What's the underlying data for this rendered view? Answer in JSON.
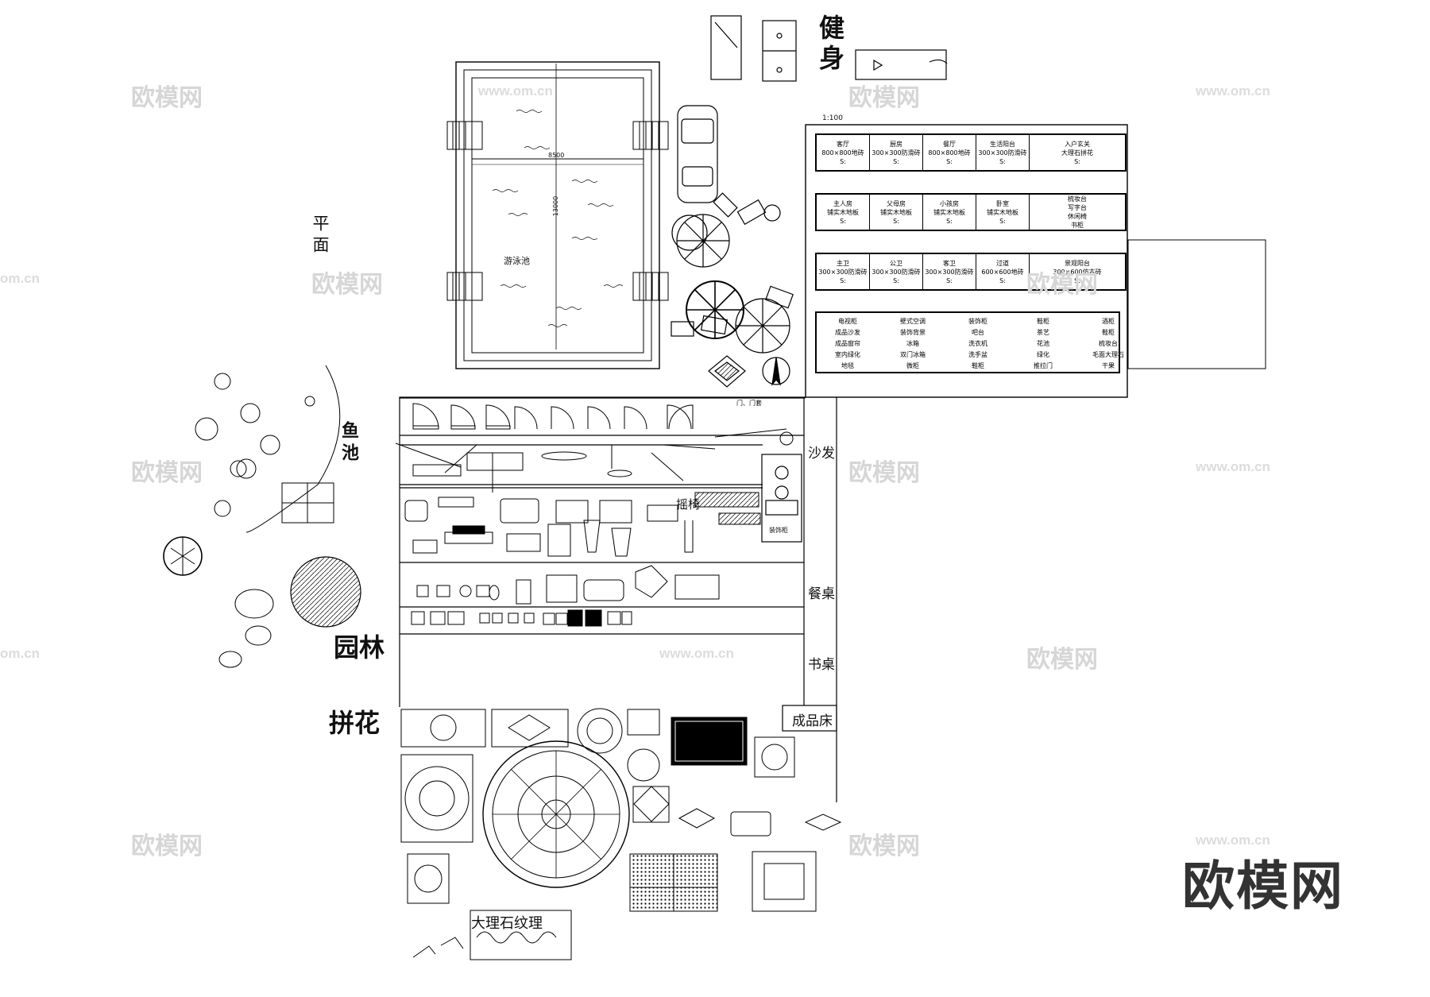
{
  "labels": {
    "fitness": "健身",
    "plan": "平面",
    "fish_pond": "鱼池",
    "garden": "园林",
    "parquet": "拼花",
    "sofa": "沙发",
    "dining_table": "餐桌",
    "desk": "书桌",
    "finished_bed": "成品床",
    "marble_texture": "大理石纹理",
    "pool": "游泳池",
    "rocking_chair": "摇椅",
    "doors": "门、门套",
    "pool_width": "8500",
    "pool_length": "13000",
    "scale": "1:100",
    "decor_cabinet": "装饰柜"
  },
  "material_schedule": {
    "row1": [
      "客厅\n800×800地砖\nS:",
      "厨房\n300×300防滑砖\nS:",
      "餐厅\n800×800地砖\nS:",
      "生活阳台\n300×300防滑砖\nS:",
      "入户玄关\n大理石拼花\nS:"
    ],
    "row2": [
      "主人房\n铺实木地板\nS:",
      "父母房\n铺实木地板\nS:",
      "小孩房\n铺实木地板\nS:",
      "卧室\n铺实木地板\nS:",
      "梳妆台\n写字台\n休闲椅\n书柜"
    ],
    "row3": [
      "主卫\n300×300防滑砖\nS:",
      "公卫\n300×300防滑砖\nS:",
      "客卫\n300×300防滑砖\nS:",
      "过道\n600×600地砖\nS:",
      "景观阳台\n300×600仿古砖\nS:"
    ],
    "list": [
      [
        "电视柜",
        "壁式空调",
        "装饰柜",
        "鞋柜",
        "酒柜"
      ],
      [
        "成品沙发",
        "装饰背景",
        "吧台",
        "茶艺",
        "鞋柜"
      ],
      [
        "成品窗帘",
        "冰箱",
        "洗衣机",
        "花池",
        "梳妆台"
      ],
      [
        "室内绿化",
        "双门冰箱",
        "洗手盆",
        "绿化",
        "毛面大理石"
      ],
      [
        "地毯",
        "微柜",
        "鞋柜",
        "推拉门",
        "干果"
      ]
    ]
  },
  "watermarks": {
    "brand_cn": "欧模网",
    "url": "www.om.cn",
    "url_partial": "om.cn"
  }
}
